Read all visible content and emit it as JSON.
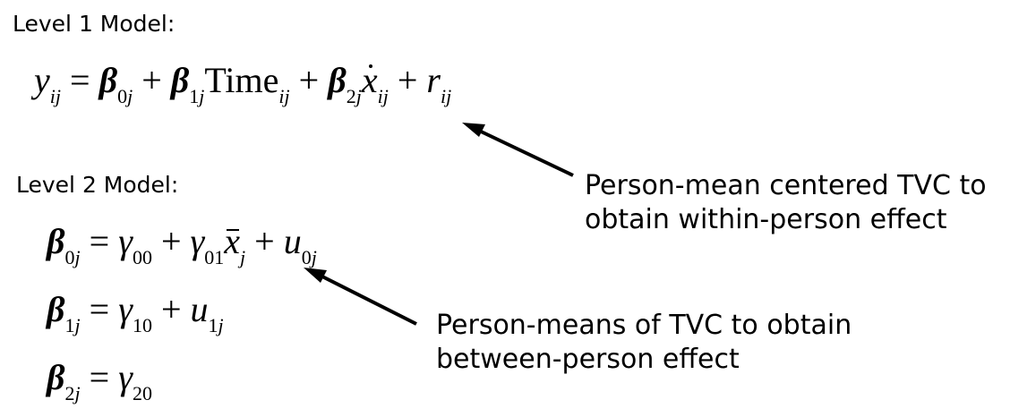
{
  "headings": {
    "level1": "Level 1 Model:",
    "level2": "Level 2 Model:"
  },
  "equations": {
    "level1": "y_ij = β_0j + β_1j Time_ij + β_2j ẋ_ij + r_ij",
    "beta0": "β_0j = γ_00 + γ_01 x̄_j + u_0j",
    "beta1": "β_1j = γ_10 + u_1j",
    "beta2": "β_2j = γ_20"
  },
  "symbols": {
    "y": "y",
    "beta": "β",
    "gamma": "γ",
    "x": "x",
    "r": "r",
    "u": "u",
    "time": "Time",
    "eq": "=",
    "plus": "+",
    "ij": "ij",
    "j": "j",
    "zero": "0",
    "one": "1",
    "two": "2",
    "g00": "00",
    "g01": "01",
    "g10": "10",
    "g20": "20"
  },
  "annotations": {
    "within_line1": "Person-mean centered TVC to",
    "within_line2": "obtain within-person effect",
    "between_line1": "Person-means of TVC to obtain",
    "between_line2": "between-person effect"
  }
}
